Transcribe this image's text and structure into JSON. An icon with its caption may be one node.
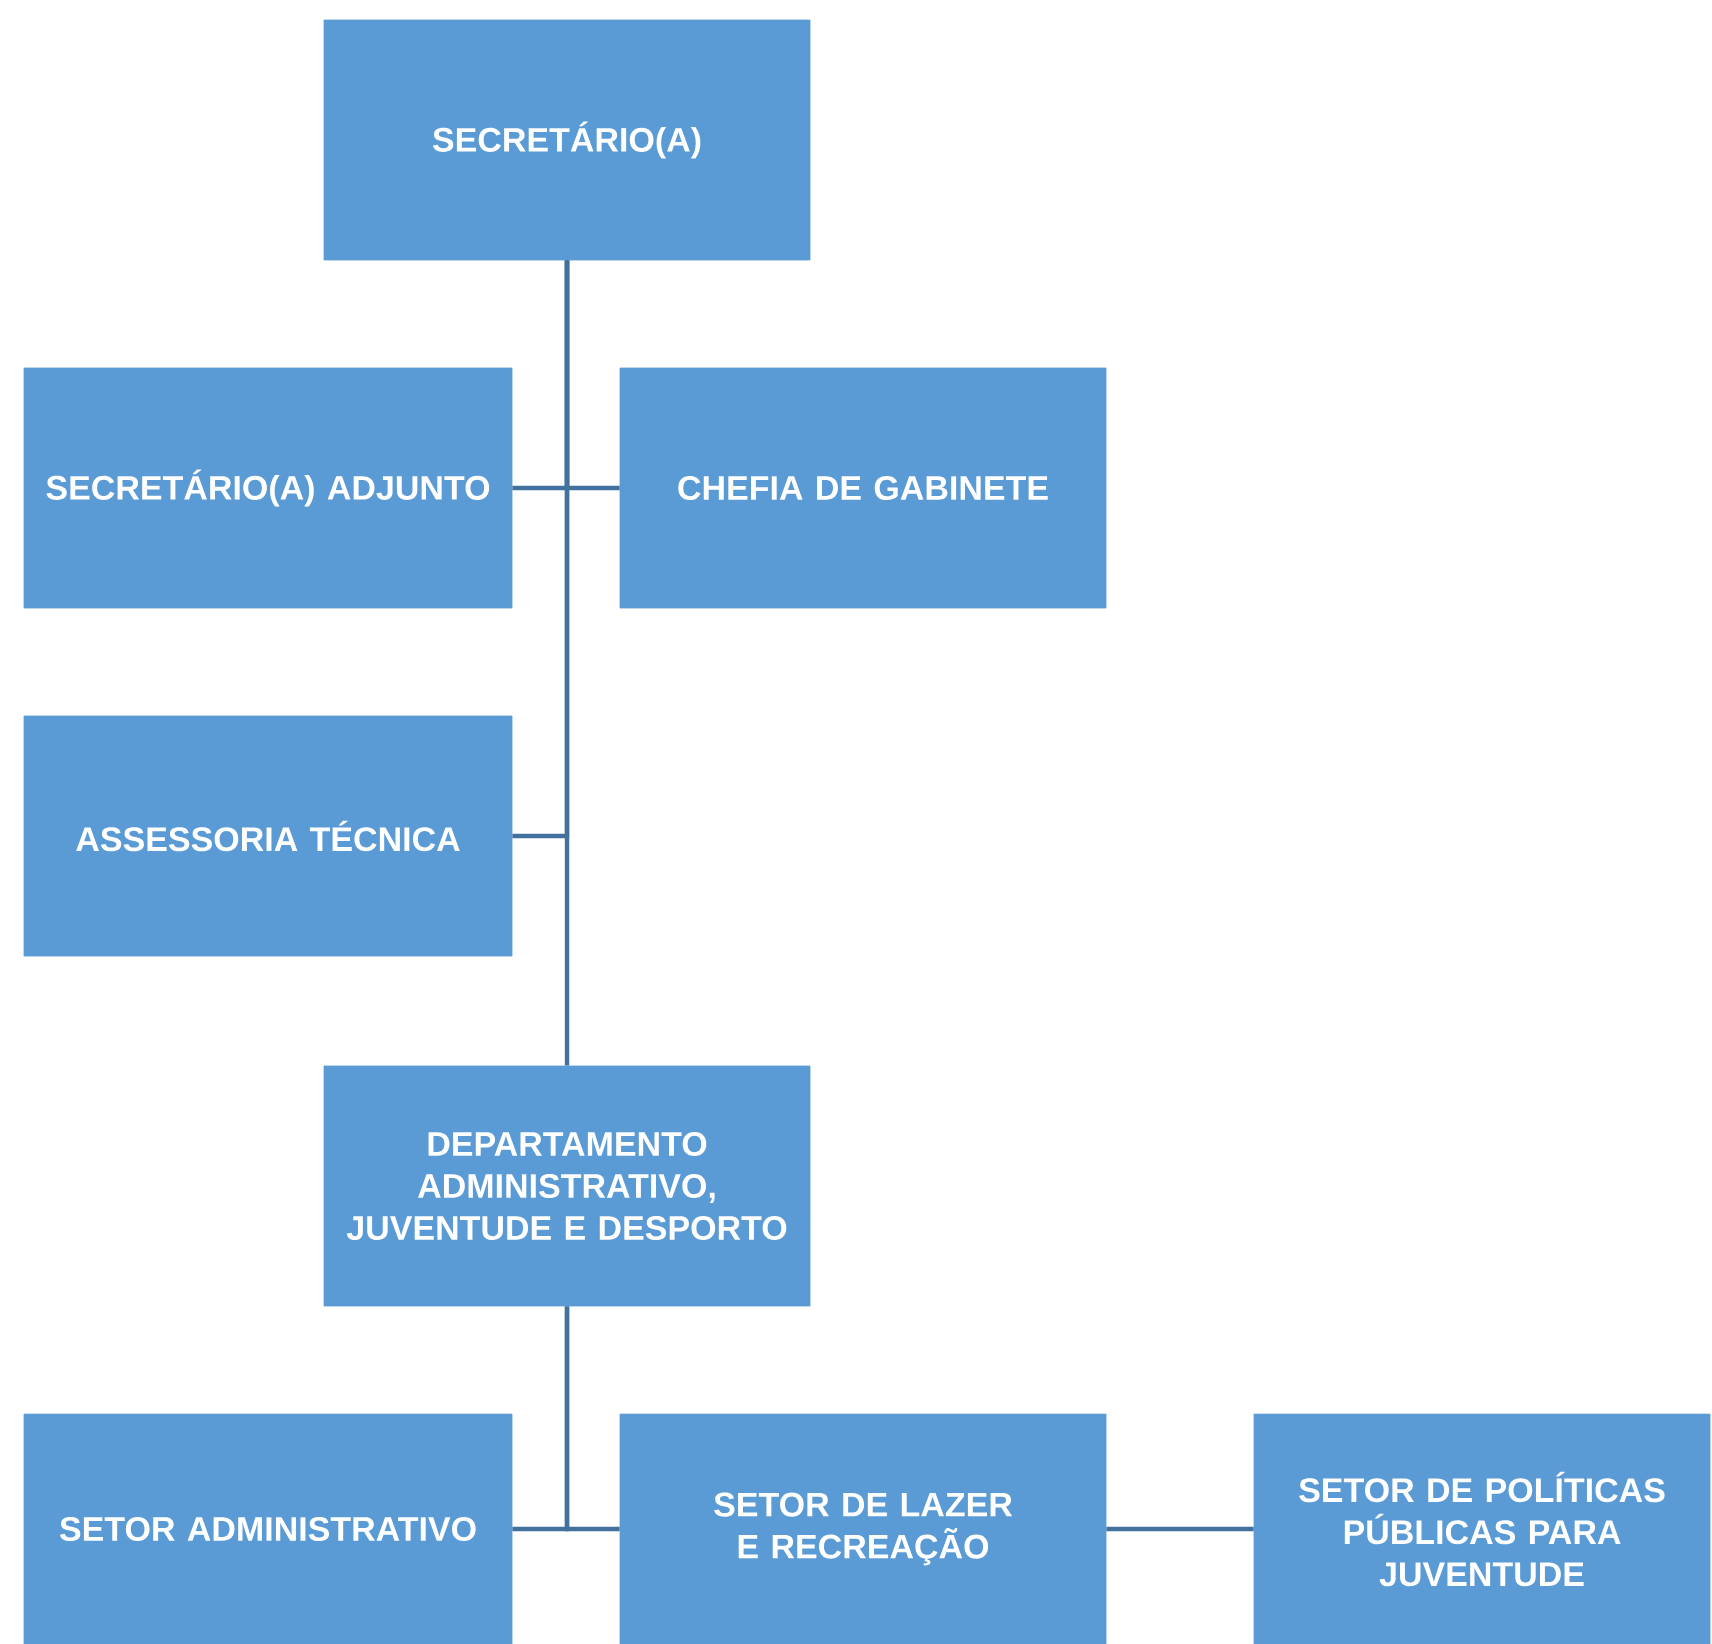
{
  "diagram": {
    "nodes": [
      {
        "text": [
          "SECRETÁRIO(A)"
        ]
      },
      {
        "text": [
          "SECRETÁRIO(A) ADJUNTO"
        ]
      },
      {
        "text": [
          "CHEFIA DE GABINETE"
        ]
      },
      {
        "text": [
          "ASSESSORIA TÉCNICA"
        ]
      },
      {
        "text": [
          "DEPARTAMENTO ADMINISTRATIVO, JUVENTUDE E DESPORTO"
        ]
      },
      {
        "text": [
          "SETOR ADMINISTRATIVO"
        ]
      },
      {
        "text": [
          "SETOR DE LAZER E RECREAÇÃO"
        ]
      },
      {
        "text": [
          "SETOR DE POLÍTICAS PÚBLICAS PARA JUVENTUDE"
        ]
      }
    ],
    "edges": [
      {
        "from": 0,
        "to": 1,
        "arrow": "none"
      },
      {
        "from": 0,
        "to": 2,
        "arrow": "none"
      },
      {
        "from": 0,
        "to": 3,
        "arrow": "none"
      },
      {
        "from": 0,
        "to": 4,
        "arrow": "none"
      },
      {
        "from": 4,
        "to": 5,
        "arrow": "none"
      },
      {
        "from": 4,
        "to": 6,
        "arrow": "none"
      },
      {
        "from": 6,
        "to": 7,
        "arrow": "none"
      }
    ]
  }
}
